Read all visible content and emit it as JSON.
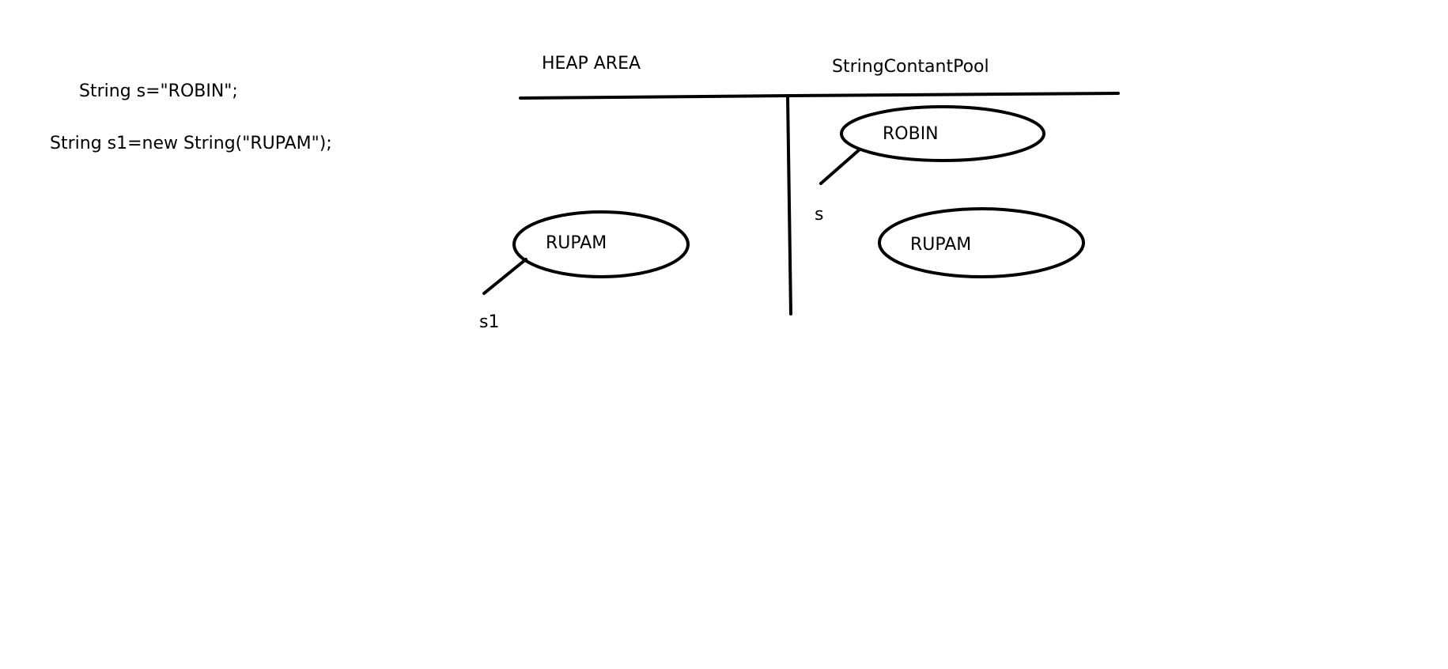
{
  "code": {
    "line1": "String s=\"ROBIN\";",
    "line2": "String s1=new String(\"RUPAM\");"
  },
  "diagram": {
    "heap_label": "HEAP AREA",
    "pool_label": "StringContantPool",
    "heap_objects": [
      {
        "value": "RUPAM",
        "ref": "s1"
      }
    ],
    "pool_objects": [
      {
        "value": "ROBIN",
        "ref": "s"
      },
      {
        "value": "RUPAM",
        "ref": ""
      }
    ],
    "ink_color": "#000000",
    "background_color": "#ffffff"
  }
}
